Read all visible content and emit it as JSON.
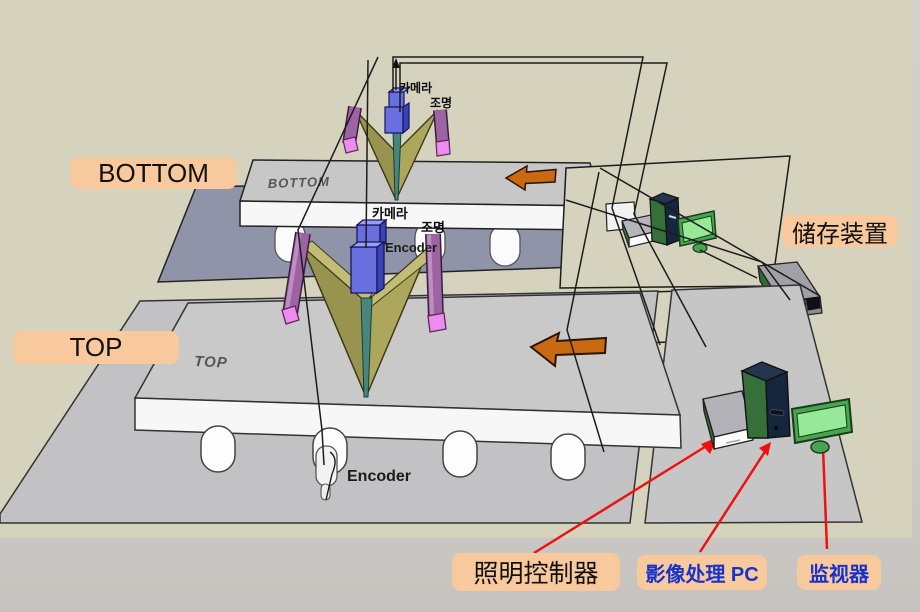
{
  "scene": {
    "background_color": "#d5d3be",
    "slide_color": "#cfccc8"
  },
  "callouts": {
    "bottom": "BOTTOM",
    "top": "TOP",
    "storage": "储存装置",
    "lighting_controller": "照明控制器",
    "image_pc": "影像处理 PC",
    "monitor": "监视器"
  },
  "annotations": {
    "beam_bottom": "BOTTOM",
    "beam_top": "TOP",
    "camera_upper": "카메라",
    "light_upper": "조명",
    "camera_lower": "카메라",
    "light_lower": "조명",
    "encoder_mid": "Encoder",
    "encoder_floor": "Encoder"
  },
  "colors": {
    "callout_peach": "#f9c99e",
    "arrow_orange": "#c96a12",
    "pointer_red": "#ee1111",
    "label_blue": "#1733cc",
    "diagram_tan": "#d5d3be",
    "bottom_plate_slate": "#9094a8",
    "vision_cone_olive": "#a19b55",
    "light_bar_purple": "#9d63a2",
    "camera_blue": "#6a6fe0",
    "device_green": "#35703a",
    "monitor_screen_green": "#97e897"
  }
}
